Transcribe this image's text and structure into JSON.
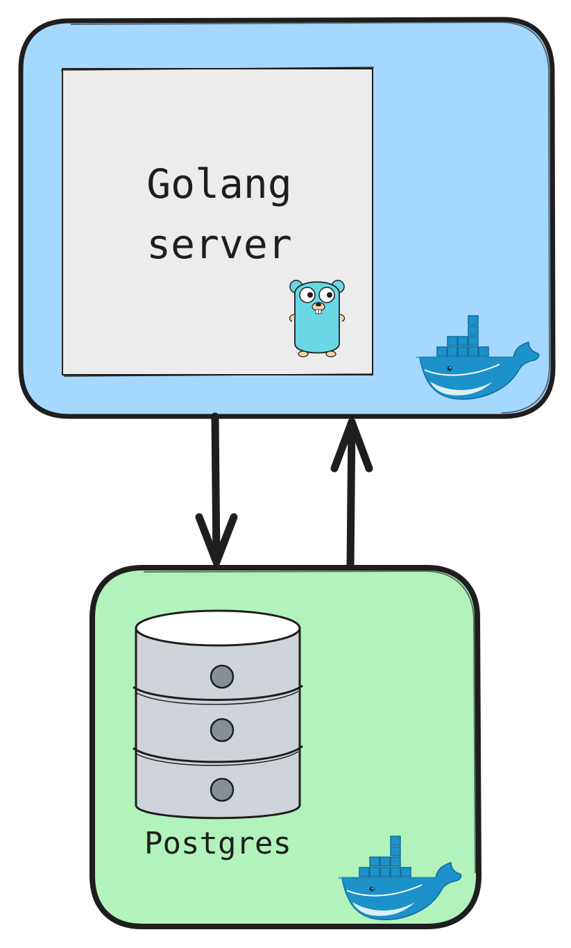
{
  "diagram": {
    "server": {
      "label_line1": "Golang",
      "label_line2": "server",
      "container_color": "#a5d8ff",
      "inner_color": "#ececec",
      "mascot_icon": "go-gopher-icon",
      "runtime_icon": "docker-whale-icon"
    },
    "database": {
      "label": "Postgres",
      "container_color": "#b2f2bb",
      "cylinder_color": "#ced4da",
      "icon": "database-cylinder-icon",
      "runtime_icon": "docker-whale-icon"
    },
    "connections": [
      {
        "from": "server",
        "to": "database",
        "icon": "arrow-down-icon"
      },
      {
        "from": "database",
        "to": "server",
        "icon": "arrow-up-icon"
      }
    ],
    "colors": {
      "stroke": "#1e1e1e",
      "docker_blue": "#1d91c9",
      "gopher_blue": "#6ad7e5"
    }
  }
}
